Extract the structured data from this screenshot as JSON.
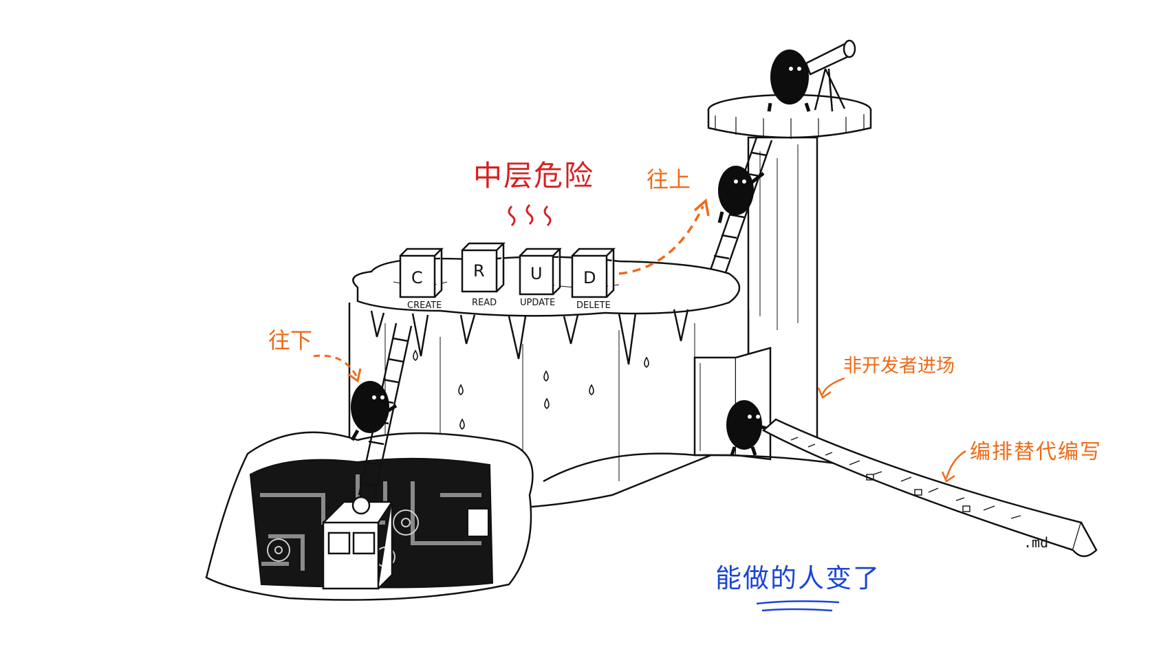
{
  "labels": {
    "middle_danger": "中层危险",
    "go_up": "往上",
    "go_down": "往下",
    "non_developers_enter": "非开发者进场",
    "orchestration_replaces_writing": "编排替代编写",
    "who_can_do_it_changed": "能做的人变了"
  },
  "crud_blocks": [
    {
      "letter": "C",
      "caption": "CREATE"
    },
    {
      "letter": "R",
      "caption": "READ"
    },
    {
      "letter": "U",
      "caption": "UPDATE"
    },
    {
      "letter": "D",
      "caption": "DELETE"
    }
  ],
  "scroll_file": ".md",
  "colors": {
    "danger": "#d62020",
    "annotation": "#ee6a17",
    "conclusion": "#1a45d6",
    "ink": "#111111",
    "figure": "#0d0d0d"
  }
}
